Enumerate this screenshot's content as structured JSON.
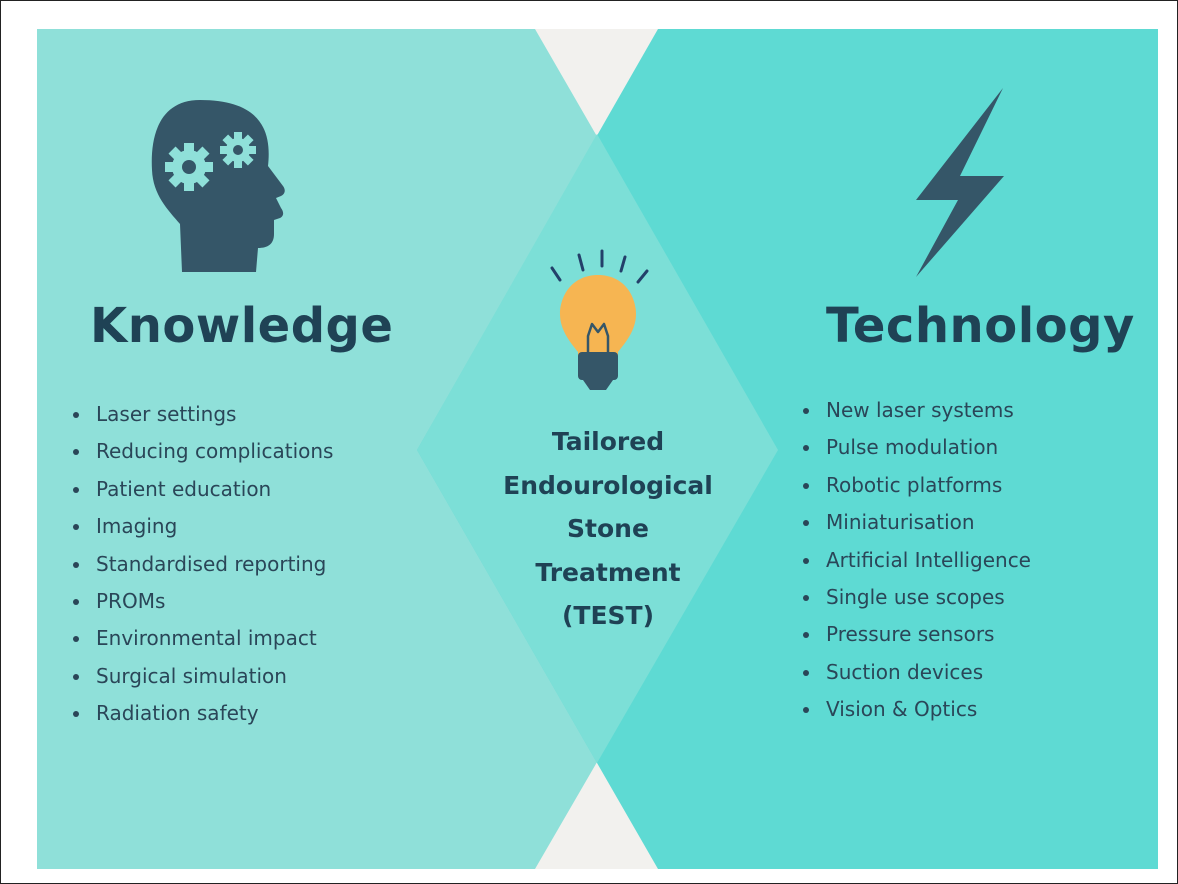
{
  "colors": {
    "left_panel": "#8fe0d9",
    "right_panel": "#5edad3",
    "center_diamond": "#7cdfd7",
    "gap": "#f2f1ee",
    "dark": "#355668",
    "bulb": "#f6b552"
  },
  "left": {
    "heading": "Knowledge",
    "icon": "head-with-gears-icon",
    "items": [
      "Laser settings",
      "Reducing complications",
      "Patient education",
      "Imaging",
      "Standardised reporting",
      "PROMs",
      "Environmental impact",
      "Surgical simulation",
      "Radiation safety"
    ]
  },
  "right": {
    "heading": "Technology",
    "icon": "lightning-bolt-icon",
    "items": [
      "New laser systems",
      "Pulse modulation",
      "Robotic platforms",
      "Miniaturisation",
      "Artificial Intelligence",
      "Single use scopes",
      "Pressure sensors",
      "Suction devices",
      "Vision & Optics"
    ]
  },
  "center": {
    "icon": "light-bulb-icon",
    "title_lines": [
      "Tailored",
      "Endourological",
      "Stone",
      "Treatment",
      "(TEST)"
    ]
  }
}
